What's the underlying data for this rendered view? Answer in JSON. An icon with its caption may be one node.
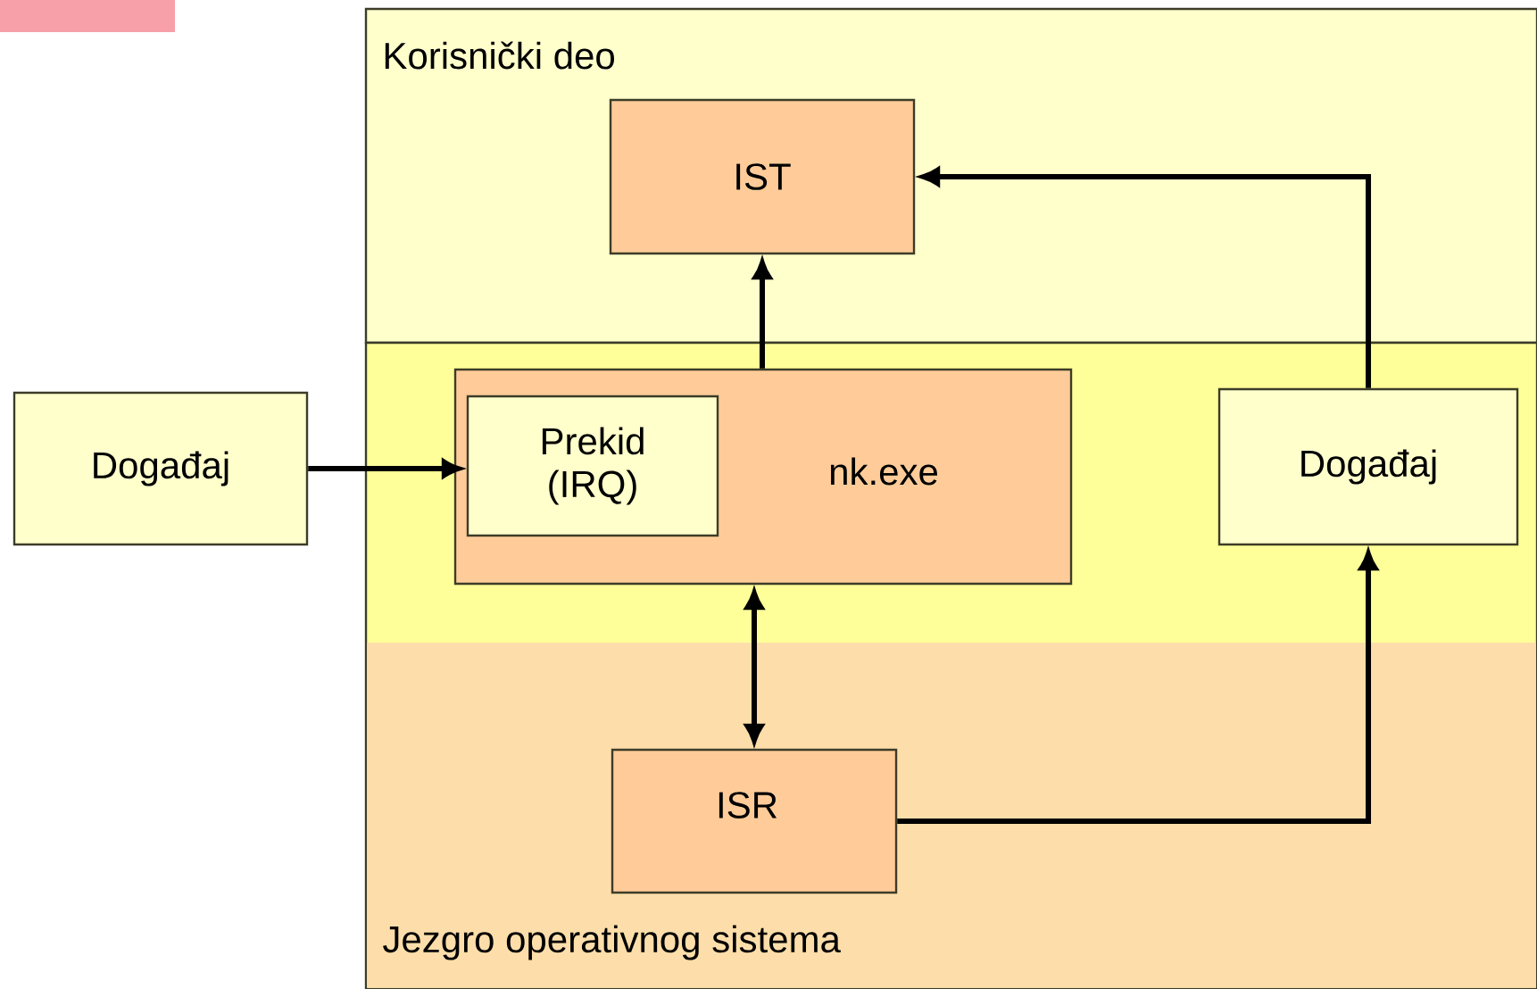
{
  "diagram": {
    "nodes": [
      {
        "text": [
          "Korisnički deo"
        ]
      },
      {
        "text": [
          "IST"
        ],
        "in": 0
      },
      {
        "text": [
          "Jezgro operativnog sistema"
        ]
      },
      {
        "text": [
          "Događaj"
        ]
      },
      {
        "text": [
          "nk.exe"
        ],
        "in": 2
      },
      {
        "text": [
          "Prekid (IRQ)"
        ],
        "in": 4
      },
      {
        "text": [
          "Događaj"
        ],
        "in": 2
      },
      {
        "text": [
          "ISR"
        ],
        "in": 2
      }
    ],
    "edges": [
      {
        "from": 3,
        "to": 5,
        "arrow": "to"
      },
      {
        "from": 4,
        "to": 1,
        "arrow": "to"
      },
      {
        "from": 4,
        "to": 7,
        "arrow": "both"
      },
      {
        "from": 7,
        "to": 6,
        "arrow": "to"
      },
      {
        "from": 6,
        "to": 1,
        "arrow": "to"
      }
    ]
  }
}
